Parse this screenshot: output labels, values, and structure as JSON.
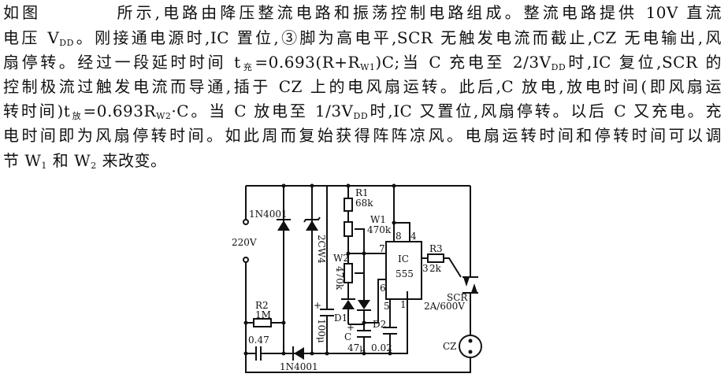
{
  "paragraph": [
    [
      {
        "t": "如图　　　　所示,电路由降压整流电路和振荡控制电路组成。整流电路提供 10V 直流"
      }
    ],
    [
      {
        "t": "电压 V"
      },
      {
        "sub": "DD"
      },
      {
        "t": "。刚接通电源时,IC 置位,③脚为高电平,SCR 无触发电流而截止,CZ 无电输出,风"
      }
    ],
    [
      {
        "t": "扇停转。经过一段延时时间 t"
      },
      {
        "sub": "充"
      },
      {
        "t": "=0.693(R+R"
      },
      {
        "sub": "W1"
      },
      {
        "t": ")C;当 C 充电至 2/3V"
      },
      {
        "sub": "DD"
      },
      {
        "t": "时,IC 复位,SCR 的"
      }
    ],
    [
      {
        "t": "控制极流过触发电流而导通,插于 CZ 上的电风扇运转。此后,C 放电,放电时间(即风扇运"
      }
    ],
    [
      {
        "t": "转时间)t"
      },
      {
        "sub": "放"
      },
      {
        "t": "=0.693R"
      },
      {
        "sub": "W2"
      },
      {
        "t": "·C。当 C 放电至 1/3V"
      },
      {
        "sub": "DD"
      },
      {
        "t": "时,IC 又置位,风扇停转。以后 C 又充电。充"
      }
    ],
    [
      {
        "t": "电时间即为风扇停转时间。如此周而复始获得阵阵凉风。电扇运转时间和停转时间可以调"
      }
    ],
    [
      {
        "t": "节 W"
      },
      {
        "sub": "1"
      },
      {
        "t": " 和 W"
      },
      {
        "sub": "2"
      },
      {
        "t": " 来改变。"
      }
    ]
  ],
  "circuit": {
    "d_top": "1N4001",
    "d_bottom": "1N4001",
    "supply": "220V",
    "zener": "2CW4",
    "c_filter": "100μ",
    "r1": "R1",
    "r1_val": "68k",
    "w1": "W1",
    "w1_val": "470k",
    "w2": "W2",
    "w2_val": "470k",
    "r2": "R2",
    "r2_val": "1M",
    "c_drop": "0.47",
    "d1": "D1",
    "d2": "D2",
    "c": "C",
    "c_val": "47μ",
    "c5_val": "0.02",
    "ic": "IC",
    "ic_type": "555",
    "pin8": "8",
    "pin4": "4",
    "pin7": "7",
    "pin6": "6",
    "pin5": "5",
    "pin1": "1",
    "pin3": "3",
    "r3": "R3",
    "r3_val": "2k",
    "scr": "SCR",
    "scr_rating": "2A/600V",
    "socket": "CZ",
    "plus1": "+",
    "plus2": "+"
  }
}
